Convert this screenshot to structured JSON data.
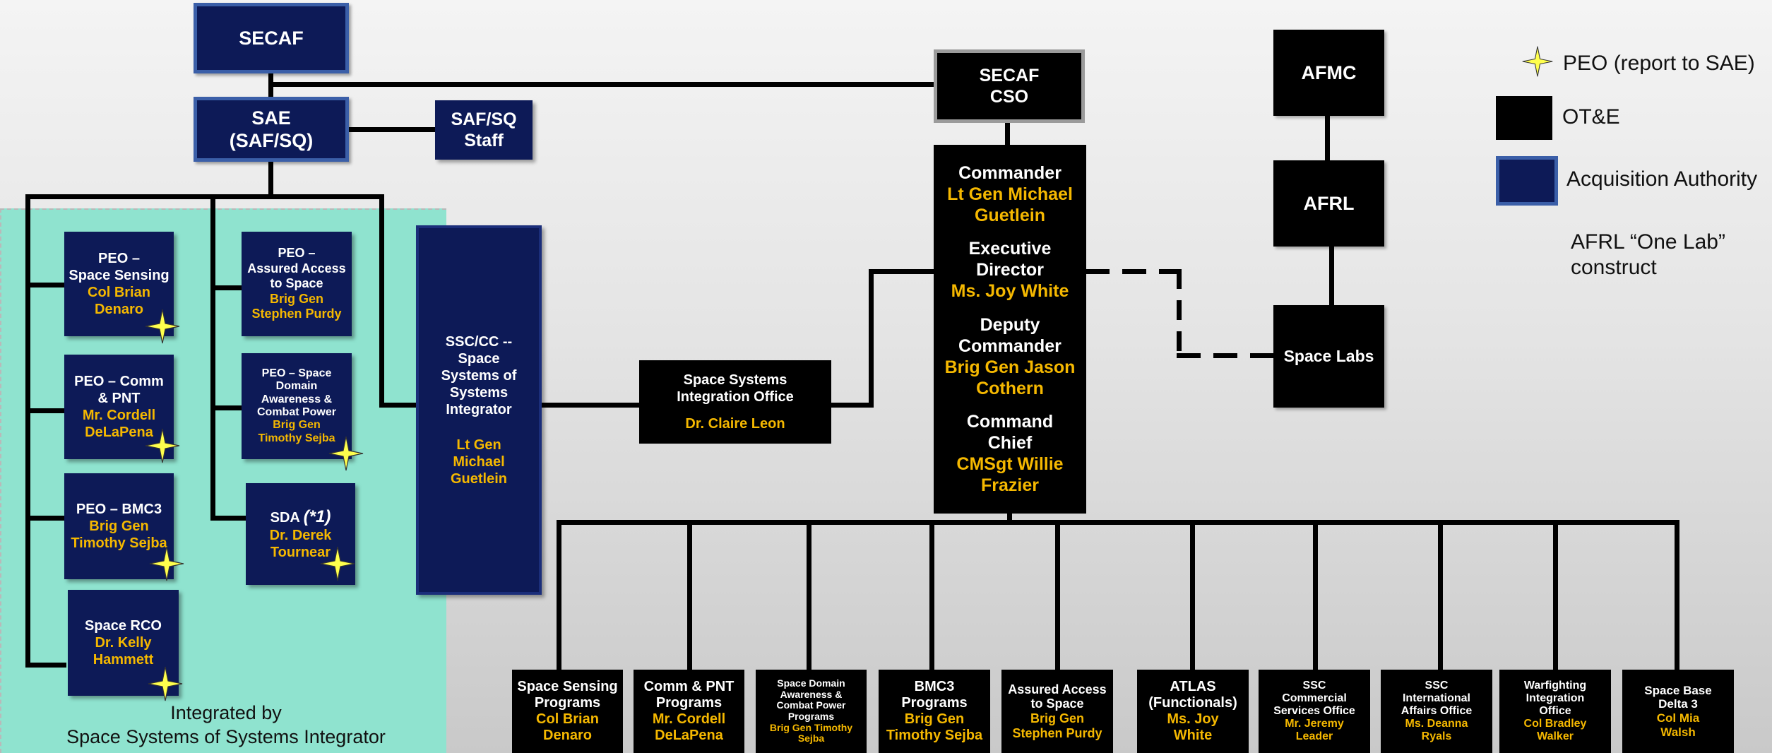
{
  "top": {
    "secaf": "SECAF",
    "sae_line1": "SAE",
    "sae_line2": "(SAF/SQ)",
    "safsq_line1": "SAF/SQ",
    "safsq_line2": "Staff",
    "secaf_cso_line1": "SECAF",
    "secaf_cso_line2": "CSO"
  },
  "peo_boxes": {
    "space_sensing": {
      "l1": "PEO –",
      "l2": "Space Sensing",
      "n1": "Col Brian",
      "n2": "Denaro"
    },
    "comm_pnt": {
      "l1": "PEO – Comm",
      "l2": "& PNT",
      "n1": "Mr. Cordell",
      "n2": "DeLaPena"
    },
    "bmc3": {
      "l1": "PEO – BMC3",
      "n1": "Brig Gen",
      "n2": "Timothy Sejba"
    },
    "space_rco": {
      "l1": "Space RCO",
      "n1": "Dr. Kelly",
      "n2": "Hammett"
    },
    "assured_access": {
      "l1": "PEO –",
      "l2": "Assured Access",
      "l3": "to Space",
      "n1": "Brig Gen",
      "n2": "Stephen Purdy"
    },
    "space_domain": {
      "l1": "PEO – Space",
      "l2": "Domain",
      "l3": "Awareness &",
      "l4": "Combat Power",
      "n1": "Brig Gen",
      "n2": "Timothy Sejba"
    },
    "sda": {
      "l1": "SDA",
      "l1b": "(*1)",
      "n1": "Dr. Derek",
      "n2": "Tournear"
    }
  },
  "ssc_cc": {
    "l1": "SSC/CC --",
    "l2": "Space",
    "l3": "Systems of",
    "l4": "Systems",
    "l5": "Integrator",
    "n1": "Lt Gen",
    "n2": "Michael",
    "n3": "Guetlein"
  },
  "integrated_by": {
    "l1": "Integrated by",
    "l2": "Space Systems of Systems Integrator"
  },
  "ssio": {
    "l1": "Space Systems",
    "l2": "Integration Office",
    "n1": "Dr. Claire Leon"
  },
  "command": {
    "commander_title": "Commander",
    "commander_n1": "Lt Gen Michael",
    "commander_n2": "Guetlein",
    "ed_t1": "Executive",
    "ed_t2": "Director",
    "ed_n1": "Ms. Joy White",
    "dc_t1": "Deputy",
    "dc_t2": "Commander",
    "dc_n1": "Brig Gen Jason",
    "dc_n2": "Cothern",
    "cc_t1": "Command",
    "cc_t2": "Chief",
    "cc_n1": "CMSgt Willie",
    "cc_n2": "Frazier"
  },
  "right": {
    "afmc": "AFMC",
    "afrl": "AFRL",
    "space_labs": "Space Labs"
  },
  "legend": {
    "peo": "PEO (report to SAE)",
    "ote": "OT&E",
    "acq": "Acquisition Authority",
    "afrl_l1": "AFRL “One Lab”",
    "afrl_l2": "construct"
  },
  "bottom": [
    {
      "l1": "Space Sensing",
      "l2": "Programs",
      "n1": "Col Brian",
      "n2": "Denaro"
    },
    {
      "l1": "Comm & PNT",
      "l2": "Programs",
      "n1": "Mr. Cordell",
      "n2": "DeLaPena"
    },
    {
      "l1": "Space Domain",
      "l2": "Awareness &",
      "l3": "Combat Power",
      "l4": "Programs",
      "n1": "Brig Gen  Timothy",
      "n2": "Sejba"
    },
    {
      "l1": "BMC3",
      "l2": "Programs",
      "n1": "Brig Gen",
      "n2": "Timothy Sejba"
    },
    {
      "l1": "Assured  Access",
      "l2": "to Space",
      "n1": "Brig Gen",
      "n2": "Stephen Purdy"
    },
    {
      "l1": "ATLAS",
      "l2": "(Functionals)",
      "n1": "Ms. Joy",
      "n2": "White"
    },
    {
      "l1": "SSC",
      "l2": "Commercial",
      "l3": "Services Office",
      "n1": "Mr. Jeremy",
      "n2": "Leader"
    },
    {
      "l1": "SSC",
      "l2": "International",
      "l3": "Affairs Office",
      "n1": "Ms. Deanna",
      "n2": "Ryals"
    },
    {
      "l1": "Warfighting",
      "l2": "Integration",
      "l3": "Office",
      "n1": "Col Bradley",
      "n2": "Walker"
    },
    {
      "l1": "Space Base",
      "l2": "Delta 3",
      "n1": "Col Mia",
      "n2": "Walsh"
    }
  ],
  "colors": {
    "navy": "#0d1a57",
    "gold": "#f5b800",
    "teal": "#8fe3cf",
    "star": "#ffff4d"
  }
}
